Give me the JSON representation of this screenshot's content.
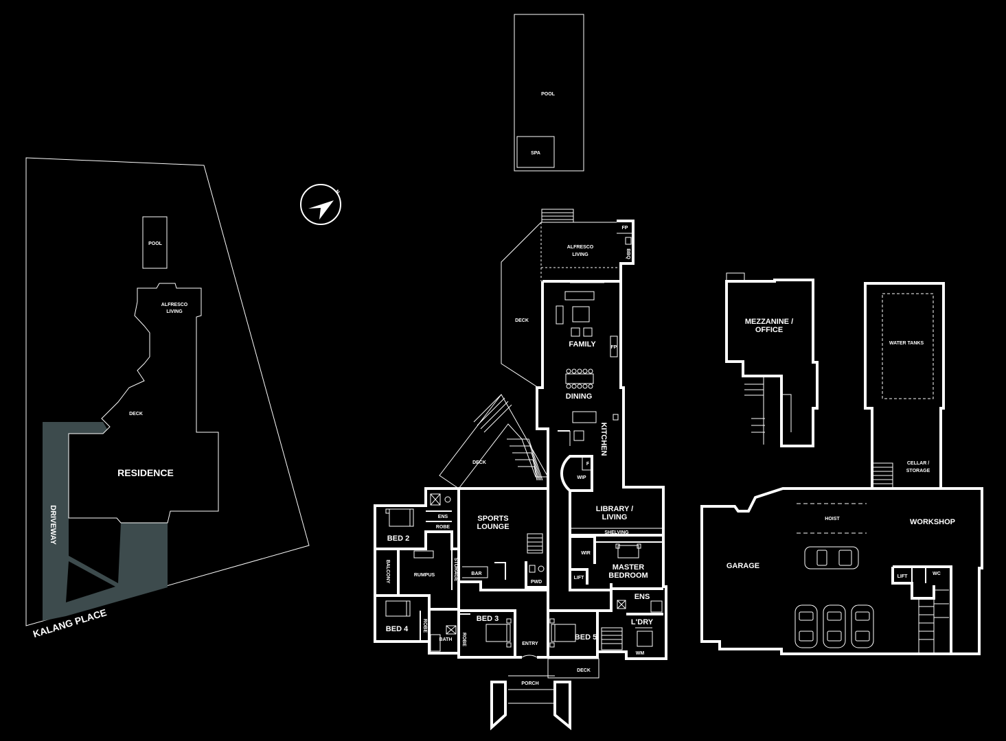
{
  "colors": {
    "background": "#000000",
    "lines": "#ffffff",
    "driveway": "#3d4b4d"
  },
  "site_plan": {
    "pool": "POOL",
    "alfresco_1": "ALFRESCO",
    "alfresco_2": "LIVING",
    "deck": "DECK",
    "residence": "RESIDENCE",
    "driveway": "DRIVEWAY",
    "street": "KALANG PLACE"
  },
  "compass": {
    "icon": "north-arrow-icon",
    "label": "N"
  },
  "main_plan": {
    "pool": "POOL",
    "spa": "SPA",
    "fp_outdoor": "FP",
    "bbq": "BBQ",
    "alfresco_1": "ALFRESCO",
    "alfresco_2": "LIVING",
    "deck_west": "DECK",
    "family": "FAMILY",
    "fp_indoor": "FP",
    "dining": "DINING",
    "kitchen": "KITCHEN",
    "deck_lower": "DECK",
    "fridge": "F",
    "wip": "WIP",
    "library_1": "LIBRARY /",
    "library_2": "LIVING",
    "shelving": "SHELVING",
    "sports_1": "SPORTS",
    "sports_2": "LOUNGE",
    "bar": "BAR",
    "ens_bed2": "ENS",
    "robe_bed2": "ROBE",
    "bed2": "BED 2",
    "balcony": "BALCONY",
    "rumpus": "RUMPUS",
    "storage": "STORAGE",
    "pwd": "PWD",
    "wir": "WIR",
    "lift": "LIFT",
    "master_1": "MASTER",
    "master_2": "BEDROOM",
    "ens_master": "ENS",
    "laundry": "L'DRY",
    "wm": "WM",
    "bed4": "BED 4",
    "robe_bed4": "ROBE",
    "bath": "BATH",
    "robe_bed3": "ROBE",
    "bed3": "BED 3",
    "entry": "ENTRY",
    "bed5": "BED 5",
    "deck_front": "DECK",
    "porch": "PORCH"
  },
  "mezzanine": {
    "title_1": "MEZZANINE /",
    "title_2": "OFFICE"
  },
  "outbuilding": {
    "water_tanks": "WATER TANKS",
    "cellar_1": "CELLAR /",
    "cellar_2": "STORAGE",
    "hoist": "HOIST",
    "workshop": "WORKSHOP",
    "garage": "GARAGE",
    "lift": "LIFT",
    "wc": "WC"
  }
}
